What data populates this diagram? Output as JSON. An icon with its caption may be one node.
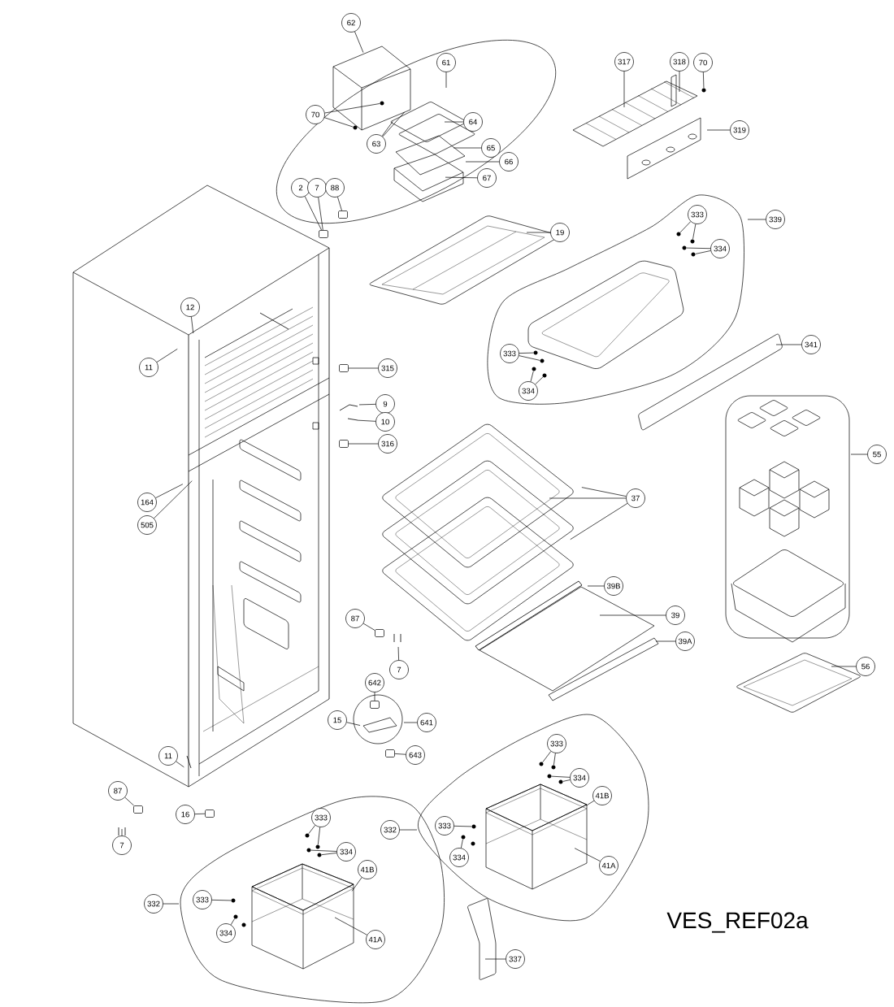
{
  "diagram": {
    "nodes": [
      {
        "text": [
          "62"
        ]
      },
      {
        "text": [
          "61"
        ]
      },
      {
        "text": [
          "70"
        ]
      },
      {
        "text": [
          "63"
        ]
      },
      {
        "text": [
          "64"
        ]
      },
      {
        "text": [
          "65"
        ]
      },
      {
        "text": [
          "66"
        ]
      },
      {
        "text": [
          "67"
        ]
      },
      {
        "text": [
          "317"
        ]
      },
      {
        "text": [
          "318"
        ]
      },
      {
        "text": [
          "70"
        ]
      },
      {
        "text": [
          "319"
        ]
      },
      {
        "text": [
          "2"
        ]
      },
      {
        "text": [
          "7"
        ]
      },
      {
        "text": [
          "88"
        ]
      },
      {
        "text": [
          "19"
        ]
      },
      {
        "text": [
          "333"
        ]
      },
      {
        "text": [
          "339"
        ]
      },
      {
        "text": [
          "334"
        ]
      },
      {
        "text": [
          "12"
        ]
      },
      {
        "text": [
          "341"
        ]
      },
      {
        "text": [
          "333"
        ]
      },
      {
        "text": [
          "11"
        ]
      },
      {
        "text": [
          "315"
        ]
      },
      {
        "text": [
          "334"
        ]
      },
      {
        "text": [
          "9"
        ]
      },
      {
        "text": [
          "10"
        ]
      },
      {
        "text": [
          "316"
        ]
      },
      {
        "text": [
          "55"
        ]
      },
      {
        "text": [
          "37"
        ]
      },
      {
        "text": [
          "164"
        ]
      },
      {
        "text": [
          "505"
        ]
      },
      {
        "text": [
          "39B"
        ]
      },
      {
        "text": [
          "39"
        ]
      },
      {
        "text": [
          "87"
        ]
      },
      {
        "text": [
          "39A"
        ]
      },
      {
        "text": [
          "7"
        ]
      },
      {
        "text": [
          "56"
        ]
      },
      {
        "text": [
          "642"
        ]
      },
      {
        "text": [
          "15"
        ]
      },
      {
        "text": [
          "641"
        ]
      },
      {
        "text": [
          "333"
        ]
      },
      {
        "text": [
          "643"
        ]
      },
      {
        "text": [
          "11"
        ]
      },
      {
        "text": [
          "334"
        ]
      },
      {
        "text": [
          "87"
        ]
      },
      {
        "text": [
          "41B"
        ]
      },
      {
        "text": [
          "16"
        ]
      },
      {
        "text": [
          "333"
        ]
      },
      {
        "text": [
          "333"
        ]
      },
      {
        "text": [
          "332"
        ]
      },
      {
        "text": [
          "7"
        ]
      },
      {
        "text": [
          "334"
        ]
      },
      {
        "text": [
          "334"
        ]
      },
      {
        "text": [
          "41A"
        ]
      },
      {
        "text": [
          "41B"
        ]
      },
      {
        "text": [
          "333"
        ]
      },
      {
        "text": [
          "332"
        ]
      },
      {
        "text": [
          "334"
        ]
      },
      {
        "text": [
          "41A"
        ]
      },
      {
        "text": [
          "337"
        ]
      },
      {
        "text": [],
        "shape": "circle"
      },
      {
        "text": [],
        "shape": "circle"
      },
      {
        "text": [],
        "shape": "circle"
      },
      {
        "text": [],
        "shape": "circle"
      },
      {
        "text": [],
        "shape": "circle"
      },
      {
        "text": [],
        "shape": "circle"
      },
      {
        "text": [],
        "shape": "circle"
      },
      {
        "text": [],
        "shape": "circle"
      },
      {
        "text": [],
        "shape": "circle"
      },
      {
        "text": [],
        "shape": "circle"
      },
      {
        "text": [],
        "shape": "circle"
      },
      {
        "text": [],
        "shape": "circle"
      },
      {
        "text": [],
        "shape": "circle"
      },
      {
        "text": [],
        "shape": "circle"
      },
      {
        "text": [],
        "shape": "circle"
      },
      {
        "text": [],
        "shape": "circle"
      },
      {
        "text": [],
        "shape": "circle"
      },
      {
        "text": [],
        "shape": "circle"
      },
      {
        "text": [],
        "shape": "circle"
      },
      {
        "text": [],
        "shape": "circle"
      },
      {
        "text": [],
        "shape": "circle"
      },
      {
        "text": [],
        "shape": "circle"
      },
      {
        "text": [],
        "shape": "circle"
      },
      {
        "text": [],
        "shape": "box"
      },
      {
        "text": [],
        "shape": "box"
      },
      {
        "text": [],
        "shape": "box"
      },
      {
        "text": [],
        "shape": "box"
      },
      {
        "text": [],
        "shape": "box"
      },
      {
        "text": [],
        "shape": "box"
      },
      {
        "text": [],
        "shape": "box"
      },
      {
        "text": [],
        "shape": "box"
      },
      {
        "text": [],
        "shape": "box"
      }
    ],
    "edges": [
      {
        "from": 0,
        "to": null,
        "arrow": "none"
      },
      {
        "from": 1,
        "to": null,
        "arrow": "none"
      },
      {
        "from": 2,
        "to": 61,
        "arrow": "none"
      },
      {
        "from": 2,
        "to": 62,
        "arrow": "none"
      },
      {
        "from": 3,
        "to": null,
        "arrow": "none"
      },
      {
        "from": 3,
        "to": null,
        "arrow": "none"
      },
      {
        "from": 4,
        "to": null,
        "arrow": "none"
      },
      {
        "from": 5,
        "to": null,
        "arrow": "none"
      },
      {
        "from": 6,
        "to": null,
        "arrow": "none"
      },
      {
        "from": 7,
        "to": null,
        "arrow": "none"
      },
      {
        "from": 8,
        "to": null,
        "arrow": "none"
      },
      {
        "from": 9,
        "to": null,
        "arrow": "none"
      },
      {
        "from": 10,
        "to": 63,
        "arrow": "none"
      },
      {
        "from": 11,
        "to": null,
        "arrow": "none"
      },
      {
        "from": 12,
        "to": 84,
        "arrow": "none"
      },
      {
        "from": 13,
        "to": 84,
        "arrow": "none"
      },
      {
        "from": 14,
        "to": 89,
        "arrow": "none"
      },
      {
        "from": 15,
        "to": null,
        "arrow": "none"
      },
      {
        "from": 16,
        "to": 64,
        "arrow": "none"
      },
      {
        "from": 16,
        "to": 65,
        "arrow": "none"
      },
      {
        "from": 17,
        "to": null,
        "arrow": "none"
      },
      {
        "from": 18,
        "to": 66,
        "arrow": "none"
      },
      {
        "from": 18,
        "to": 67,
        "arrow": "none"
      },
      {
        "from": 19,
        "to": null,
        "arrow": "none"
      },
      {
        "from": 20,
        "to": null,
        "arrow": "none"
      },
      {
        "from": 21,
        "to": 68,
        "arrow": "none"
      },
      {
        "from": 21,
        "to": 69,
        "arrow": "none"
      },
      {
        "from": 22,
        "to": null,
        "arrow": "none"
      },
      {
        "from": 23,
        "to": 85,
        "arrow": "none"
      },
      {
        "from": 24,
        "to": 70,
        "arrow": "none"
      },
      {
        "from": 24,
        "to": 71,
        "arrow": "none"
      },
      {
        "from": 25,
        "to": null,
        "arrow": "none"
      },
      {
        "from": 26,
        "to": null,
        "arrow": "none"
      },
      {
        "from": 27,
        "to": 86,
        "arrow": "none"
      },
      {
        "from": 28,
        "to": null,
        "arrow": "none"
      },
      {
        "from": 29,
        "to": null,
        "arrow": "none"
      },
      {
        "from": 29,
        "to": null,
        "arrow": "none"
      },
      {
        "from": 29,
        "to": null,
        "arrow": "none"
      },
      {
        "from": 30,
        "to": null,
        "arrow": "none"
      },
      {
        "from": 31,
        "to": null,
        "arrow": "none"
      },
      {
        "from": 32,
        "to": null,
        "arrow": "none"
      },
      {
        "from": 33,
        "to": null,
        "arrow": "none"
      },
      {
        "from": 34,
        "to": 87,
        "arrow": "none"
      },
      {
        "from": 35,
        "to": null,
        "arrow": "none"
      },
      {
        "from": 36,
        "to": null,
        "arrow": "none"
      },
      {
        "from": 37,
        "to": null,
        "arrow": "none"
      },
      {
        "from": 38,
        "to": 90,
        "arrow": "none"
      },
      {
        "from": 39,
        "to": null,
        "arrow": "none"
      },
      {
        "from": 40,
        "to": null,
        "arrow": "none"
      },
      {
        "from": 41,
        "to": 72,
        "arrow": "none"
      },
      {
        "from": 41,
        "to": 73,
        "arrow": "none"
      },
      {
        "from": 42,
        "to": 91,
        "arrow": "none"
      },
      {
        "from": 43,
        "to": null,
        "arrow": "none"
      },
      {
        "from": 44,
        "to": 74,
        "arrow": "none"
      },
      {
        "from": 44,
        "to": 75,
        "arrow": "none"
      },
      {
        "from": 45,
        "to": 88,
        "arrow": "none"
      },
      {
        "from": 46,
        "to": null,
        "arrow": "none"
      },
      {
        "from": 47,
        "to": 92,
        "arrow": "none"
      },
      {
        "from": 48,
        "to": 76,
        "arrow": "none"
      },
      {
        "from": 48,
        "to": 77,
        "arrow": "none"
      },
      {
        "from": 49,
        "to": 80,
        "arrow": "none"
      },
      {
        "from": 50,
        "to": null,
        "arrow": "none"
      },
      {
        "from": 51,
        "to": null,
        "arrow": "none"
      },
      {
        "from": 52,
        "to": 78,
        "arrow": "none"
      },
      {
        "from": 52,
        "to": 79,
        "arrow": "none"
      },
      {
        "from": 53,
        "to": 81,
        "arrow": "none"
      },
      {
        "from": 54,
        "to": null,
        "arrow": "none"
      },
      {
        "from": 55,
        "to": null,
        "arrow": "none"
      },
      {
        "from": 56,
        "to": 82,
        "arrow": "none"
      },
      {
        "from": 57,
        "to": null,
        "arrow": "none"
      },
      {
        "from": 58,
        "to": 83,
        "arrow": "none"
      },
      {
        "from": 59,
        "to": null,
        "arrow": "none"
      },
      {
        "from": 60,
        "to": null,
        "arrow": "none"
      }
    ],
    "labels": [
      "VES_REF02a"
    ]
  }
}
